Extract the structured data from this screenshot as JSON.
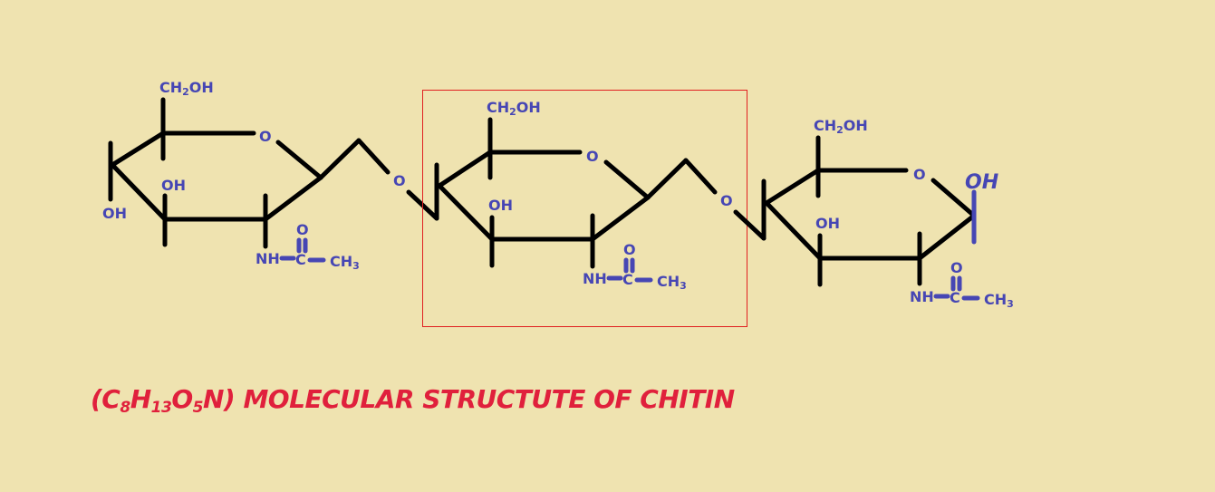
{
  "diagram": {
    "units": [
      {
        "ch2oh": {
          "main": "CH",
          "sub": "2",
          "tail": "OH"
        },
        "ring_o": "O",
        "oh_inner": "OH",
        "oh_left": "OH",
        "nh": "NH",
        "carbonyl_o": "O",
        "c": "C",
        "ch3": {
          "main": "CH",
          "sub": "3"
        }
      },
      {
        "ch2oh": {
          "main": "CH",
          "sub": "2",
          "tail": "OH"
        },
        "ring_o": "O",
        "oh_inner": "OH",
        "nh": "NH",
        "carbonyl_o": "O",
        "c": "C",
        "ch3": {
          "main": "CH",
          "sub": "3"
        }
      },
      {
        "ch2oh": {
          "main": "CH",
          "sub": "2",
          "tail": "OH"
        },
        "ring_o": "O",
        "oh_inner": "OH",
        "oh_terminal": "OH",
        "nh": "NH",
        "carbonyl_o": "O",
        "c": "C",
        "ch3": {
          "main": "CH",
          "sub": "3"
        }
      }
    ],
    "linkages": [
      "O",
      "O"
    ],
    "colors": {
      "bond": "#000000",
      "label": "#4646b4",
      "highlight_box": "#e02020",
      "caption": "#e0203c",
      "background": "#efe3b0"
    }
  },
  "caption": {
    "open": "(C",
    "c_count": "8",
    "h": "H",
    "h_count": "13",
    "o": "O",
    "o_count": "5",
    "rest": "N) MOLECULAR STRUCTUTE OF CHITIN"
  }
}
